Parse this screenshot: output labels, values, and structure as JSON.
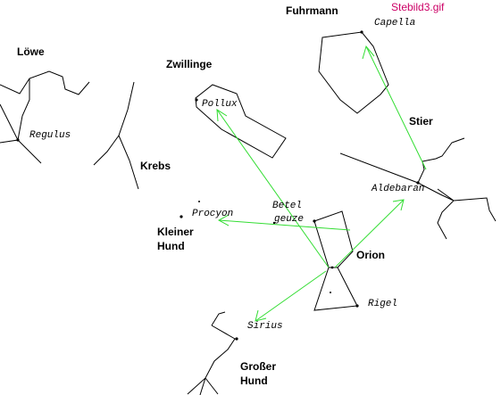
{
  "file_label": "Stebild3.gif",
  "constellations": {
    "fuhrmann": "Fuhrmann",
    "loewe": "Löwe",
    "zwillinge": "Zwillinge",
    "krebs": "Krebs",
    "kleiner_hund_1": "Kleiner",
    "kleiner_hund_2": "Hund",
    "stier": "Stier",
    "orion": "Orion",
    "grosser_hund_1": "Großer",
    "grosser_hund_2": "Hund"
  },
  "stars": {
    "capella": "Capella",
    "pollux": "Pollux",
    "regulus": "Regulus",
    "procyon": "Procyon",
    "beteigeuze_1": "Betel",
    "beteigeuze_2": "geuze",
    "aldebaran": "Aldebaran",
    "rigel": "Rigel",
    "sirius": "Sirius"
  },
  "colors": {
    "line": "#000000",
    "arrow": "#33dd33",
    "file_label": "#cc0066"
  }
}
